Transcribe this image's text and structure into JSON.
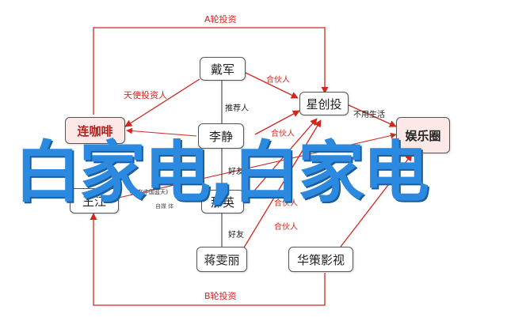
{
  "nodes": {
    "daijun": "戴军",
    "xingchuangtou": "星创投",
    "lianfei": "连咖啡",
    "lijing": "李静",
    "yulequan": "娱乐圈",
    "wangjiang": "王江",
    "nayi": "那英",
    "jiangwenli": "蒋雯丽",
    "huace": "华策影视"
  },
  "edges": {
    "a_invest": "A轮投资",
    "b_invest": "B轮投资",
    "angel": "天使投资人",
    "partner1": "合伙人",
    "partner2": "合伙人",
    "partner3": "合伙人",
    "partner4": "合伙人",
    "recommender": "推荐人",
    "friend1": "好友",
    "friend2": "好友",
    "nonuse": "不用生活"
  },
  "overlay": {
    "text": "白家电,白家电"
  },
  "logo": {
    "text": "《赢在中国蓝天》",
    "subtext": "自媒 体"
  },
  "colors": {
    "arrow": "#d0281f",
    "line": "#555555",
    "overlay": "#2b8ae0"
  }
}
